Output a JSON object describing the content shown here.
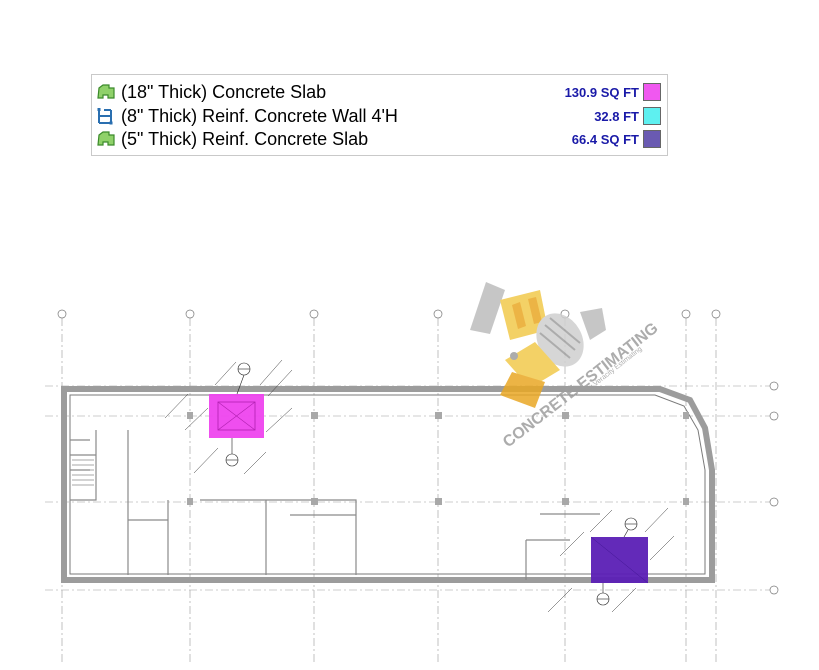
{
  "legend": {
    "items": [
      {
        "label": "(18\" Thick) Concrete Slab",
        "quantity": "130.9 SQ FT",
        "color": "#f058f0",
        "qty_color": "#1a1aa8",
        "icon": "slab-icon"
      },
      {
        "label": "(8\" Thick) Reinf. Concrete Wall 4'H",
        "quantity": "32.8 FT",
        "color": "#5ef0f0",
        "qty_color": "#1a1aa8",
        "icon": "wall-icon"
      },
      {
        "label": "(5\" Thick) Reinf. Concrete Slab",
        "quantity": "66.4 SQ FT",
        "color": "#6a5ab2",
        "qty_color": "#1a1aa8",
        "icon": "slab-icon"
      }
    ]
  },
  "watermark": {
    "title": "CONCRETE ESTIMATING",
    "subtitle": "by Veracity Estimating"
  },
  "plan": {
    "highlight_18in_color": "#ee44ee",
    "highlight_5in_color": "#5b1fb5"
  }
}
